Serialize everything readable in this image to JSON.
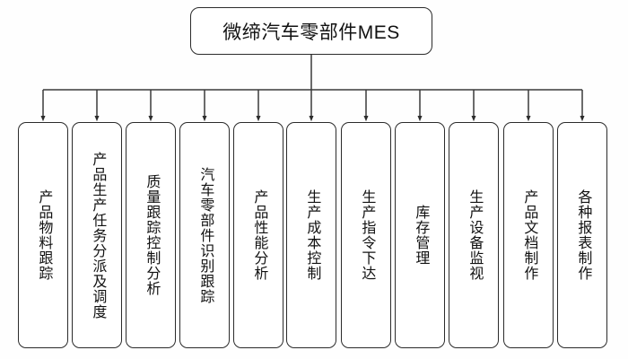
{
  "diagram": {
    "title": "微缔汽车零部件MES",
    "type": "organization-tree",
    "orientation": "top-down",
    "root": {
      "label": "微缔汽车零部件MES"
    },
    "children": [
      {
        "label": "产品物料跟踪"
      },
      {
        "label": "产品生产任务分派及调度"
      },
      {
        "label": "质量跟踪控制分析"
      },
      {
        "label": "汽车零部件识别跟踪"
      },
      {
        "label": "产品性能分析"
      },
      {
        "label": "生产成本控制"
      },
      {
        "label": "生产指令下达"
      },
      {
        "label": "库存管理"
      },
      {
        "label": "生产设备监视"
      },
      {
        "label": "产品文档制作"
      },
      {
        "label": "各种报表制作"
      }
    ],
    "colors": {
      "background": "#fefefe",
      "box_fill": "#ffffff",
      "box_stroke": "#2b2b2b",
      "connector": "#3a3a3a",
      "text": "#111111"
    }
  }
}
